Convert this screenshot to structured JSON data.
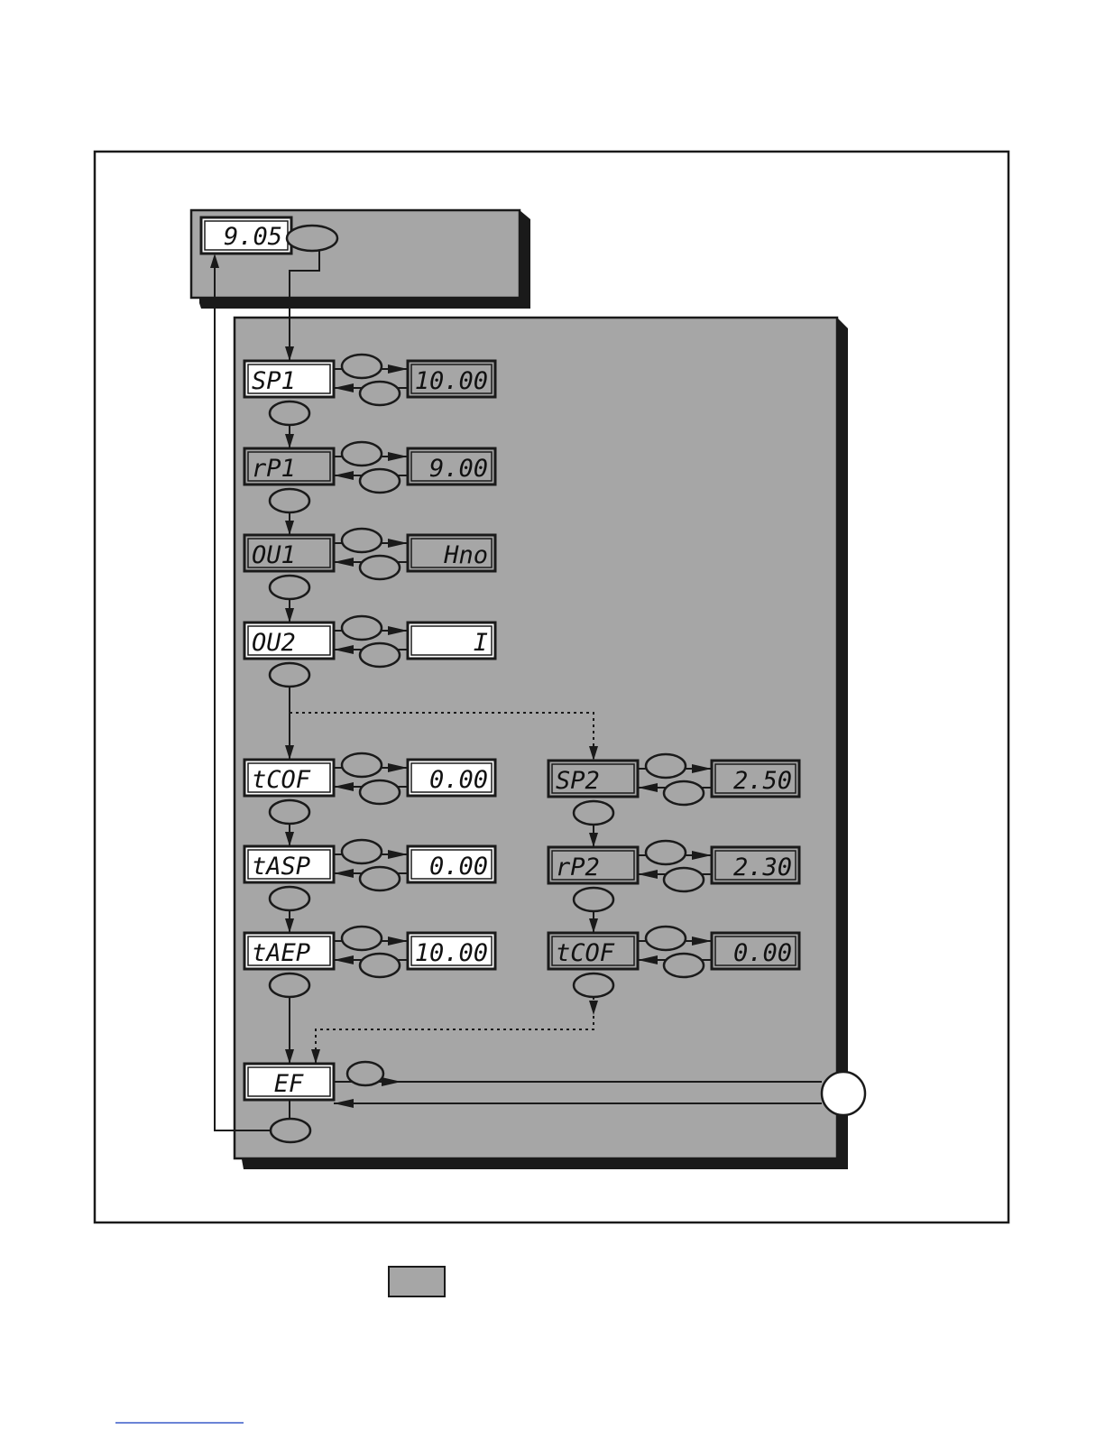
{
  "colors": {
    "panel_grey": "#a6a6a6",
    "line": "#1a1a1a",
    "background": "#ffffff"
  },
  "diagram": {
    "run_display": "9.05",
    "main_column": [
      {
        "param": "SP1",
        "value": "10.00",
        "param_display": "white",
        "value_display": "grey"
      },
      {
        "param": "rP1",
        "value": "9.00",
        "param_display": "grey",
        "value_display": "grey"
      },
      {
        "param": "OU1",
        "value": "Hno",
        "param_display": "grey",
        "value_display": "grey"
      },
      {
        "param": "OU2",
        "value": "I",
        "param_display": "white",
        "value_display": "white"
      },
      {
        "param": "tCOF",
        "value": "0.00",
        "param_display": "white",
        "value_display": "white"
      },
      {
        "param": "tASP",
        "value": "0.00",
        "param_display": "white",
        "value_display": "white"
      },
      {
        "param": "tAEP",
        "value": "10.00",
        "param_display": "white",
        "value_display": "white"
      }
    ],
    "side_column": [
      {
        "param": "SP2",
        "value": "2.50",
        "param_display": "grey",
        "value_display": "grey"
      },
      {
        "param": "rP2",
        "value": "2.30",
        "param_display": "grey",
        "value_display": "grey"
      },
      {
        "param": "tCOF",
        "value": "0.00",
        "param_display": "grey",
        "value_display": "grey"
      }
    ],
    "extended_functions": "EF"
  },
  "legend": {
    "swatch_color": "#a6a6a6"
  }
}
